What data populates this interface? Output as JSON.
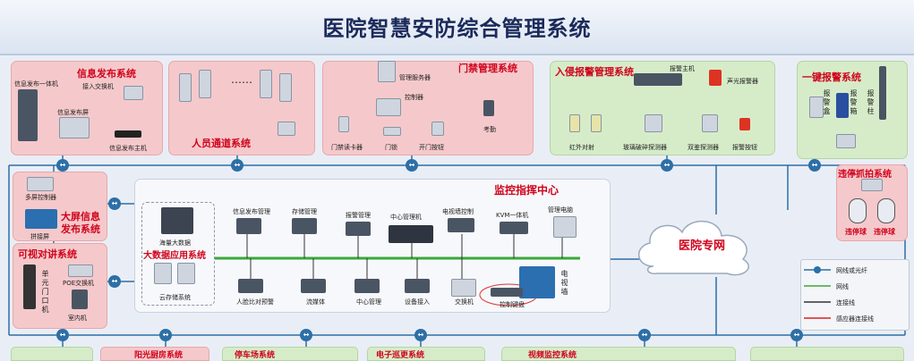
{
  "title": "医院智慧安防综合管理系统",
  "panels": {
    "info_release": {
      "title": "信息发布系统",
      "labels": [
        "信息发布一体机",
        "接入交换机",
        "信息发布屏",
        "信息发布主机"
      ]
    },
    "personnel": {
      "title": "人员通道系统",
      "dots": "……"
    },
    "access": {
      "title": "门禁管理系统",
      "labels": [
        "管理服务器",
        "控制器",
        "门禁读卡器",
        "门锁",
        "开门按钮",
        "考勤"
      ]
    },
    "intrusion": {
      "title": "入侵报警管理系统",
      "labels": [
        "报警主机",
        "声光报警器",
        "红外对射",
        "玻璃破碎探测器",
        "双鉴探测器",
        "报警按钮"
      ]
    },
    "onekey": {
      "title": "一键报警系统",
      "vlabels": [
        "报警盒",
        "报警箱",
        "报警柱"
      ]
    },
    "bigscreen": {
      "title_lines": [
        "大屏信息",
        "发布系统"
      ],
      "labels": [
        "多屏控制器",
        "拼接屏"
      ]
    },
    "violation": {
      "title": "违停抓拍系统",
      "labels": [
        "违停球",
        "违停球"
      ]
    },
    "intercom": {
      "title": "可视对讲系统",
      "labels": [
        "POE交换机",
        "室内机"
      ],
      "vlabel": "单元门口机"
    },
    "monitor": {
      "title": "监控指挥中心",
      "top_labels": [
        "信息发布管理",
        "存储管理",
        "报警管理",
        "中心管理机",
        "电视墙控制",
        "KVM一体机",
        "管理电脑"
      ],
      "bottom_labels": [
        "人脸比对预警",
        "流媒体",
        "中心管理",
        "设备接入",
        "交换机",
        "控制键盘"
      ],
      "tv_wall": "电视墙",
      "bigdata": {
        "title": "大数据应用系统",
        "server": "海量大数据",
        "storage": "云存储系统"
      }
    },
    "network": {
      "label": "医院专网"
    }
  },
  "legend": [
    {
      "label": "网线或光纤",
      "color": "#2d6fa6",
      "kind": "node"
    },
    {
      "label": "网线",
      "color": "#3aa83a",
      "kind": "line"
    },
    {
      "label": "连接线",
      "color": "#333333",
      "kind": "line"
    },
    {
      "label": "感应器连接线",
      "color": "#e02020",
      "kind": "line"
    }
  ],
  "bottom_titles": [
    "阳光厨房系统",
    "停车场系统",
    "电子巡更系统",
    "视频监控系统"
  ]
}
